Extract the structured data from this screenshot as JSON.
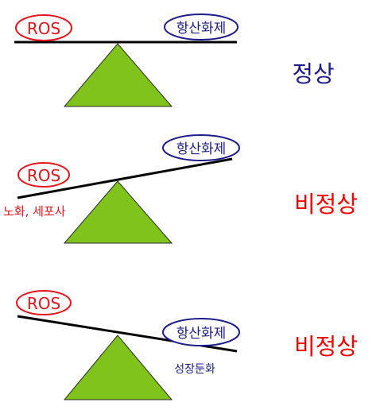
{
  "colors": {
    "ros": "#e8141b",
    "antioxidant": "#1c1c8c",
    "normal_text": "#1c1c8c",
    "abnormal_text": "#ff0000",
    "triangle_fill": "#7fc31c",
    "triangle_stroke": "#2b2b2b",
    "beam": "#000000"
  },
  "ros_label": "ROS",
  "antioxidant_label": "항산화제",
  "panels": [
    {
      "state": "정상",
      "effect": ""
    },
    {
      "state": "비정상",
      "effect": "노화, 세포사"
    },
    {
      "state": "비정상",
      "effect": "성장둔화"
    }
  ]
}
